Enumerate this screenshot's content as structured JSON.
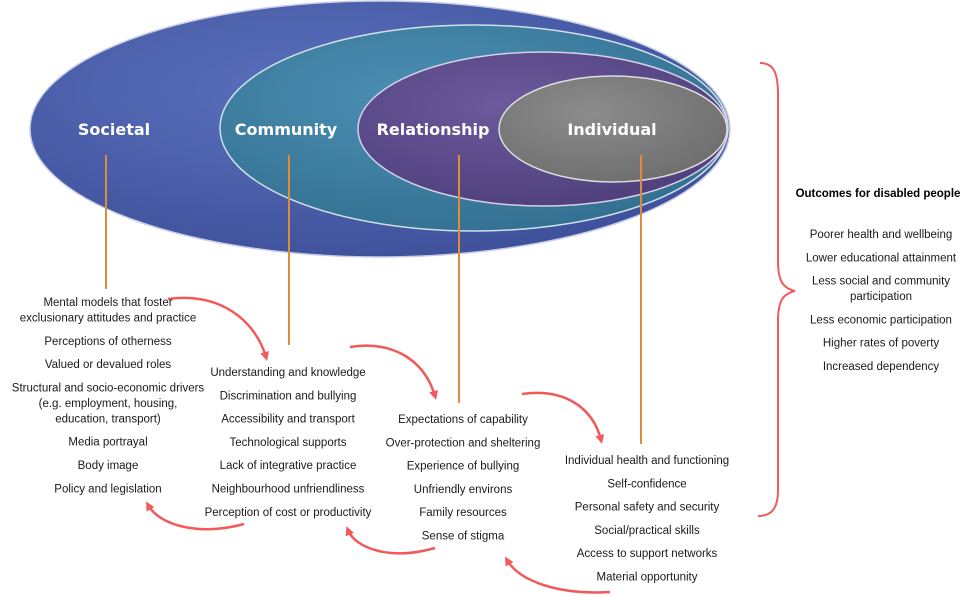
{
  "layers": {
    "societal": "Societal",
    "community": "Community",
    "relationship": "Relationship",
    "individual": "Individual"
  },
  "factors": {
    "societal": [
      [
        "Mental models that foster",
        "exclusionary attitudes and practice"
      ],
      [
        "Perceptions of otherness"
      ],
      [
        "Valued or devalued roles"
      ],
      [
        "Structural and socio-economic drivers",
        "(e.g. employment, housing,",
        "education, transport)"
      ],
      [
        "Media portrayal"
      ],
      [
        "Body image"
      ],
      [
        "Policy and legislation"
      ]
    ],
    "community": [
      [
        "Understanding and knowledge"
      ],
      [
        "Discrimination and bullying"
      ],
      [
        "Accessibility and transport"
      ],
      [
        "Technological supports"
      ],
      [
        "Lack of integrative practice"
      ],
      [
        "Neighbourhood unfriendliness"
      ],
      [
        "Perception of cost or productivity"
      ]
    ],
    "relationship": [
      [
        "Expectations of capability"
      ],
      [
        "Over-protection and sheltering"
      ],
      [
        "Experience of bullying"
      ],
      [
        "Unfriendly environs"
      ],
      [
        "Family resources"
      ],
      [
        "Sense of stigma"
      ]
    ],
    "individual": [
      [
        "Individual health and functioning"
      ],
      [
        "Self-confidence"
      ],
      [
        "Personal safety and security"
      ],
      [
        "Social/practical skills"
      ],
      [
        "Access to support networks"
      ],
      [
        "Material opportunity"
      ]
    ]
  },
  "outcomes": {
    "title": "Outcomes for disabled people",
    "items": [
      [
        "Poorer health and wellbeing"
      ],
      [
        "Lower educational attainment"
      ],
      [
        "Less social and community",
        "participation"
      ],
      [
        "Less economic participation"
      ],
      [
        "Higher rates of poverty"
      ],
      [
        "Increased dependency"
      ]
    ]
  },
  "colors": {
    "societal": "#4a5ea8",
    "community": "#3f7fa2",
    "relationship": "#5d4b8c",
    "individual": "#7d7d7d",
    "connector": "#e08a3c",
    "arrow": "#f05a5a",
    "brace": "#f05a5a"
  }
}
